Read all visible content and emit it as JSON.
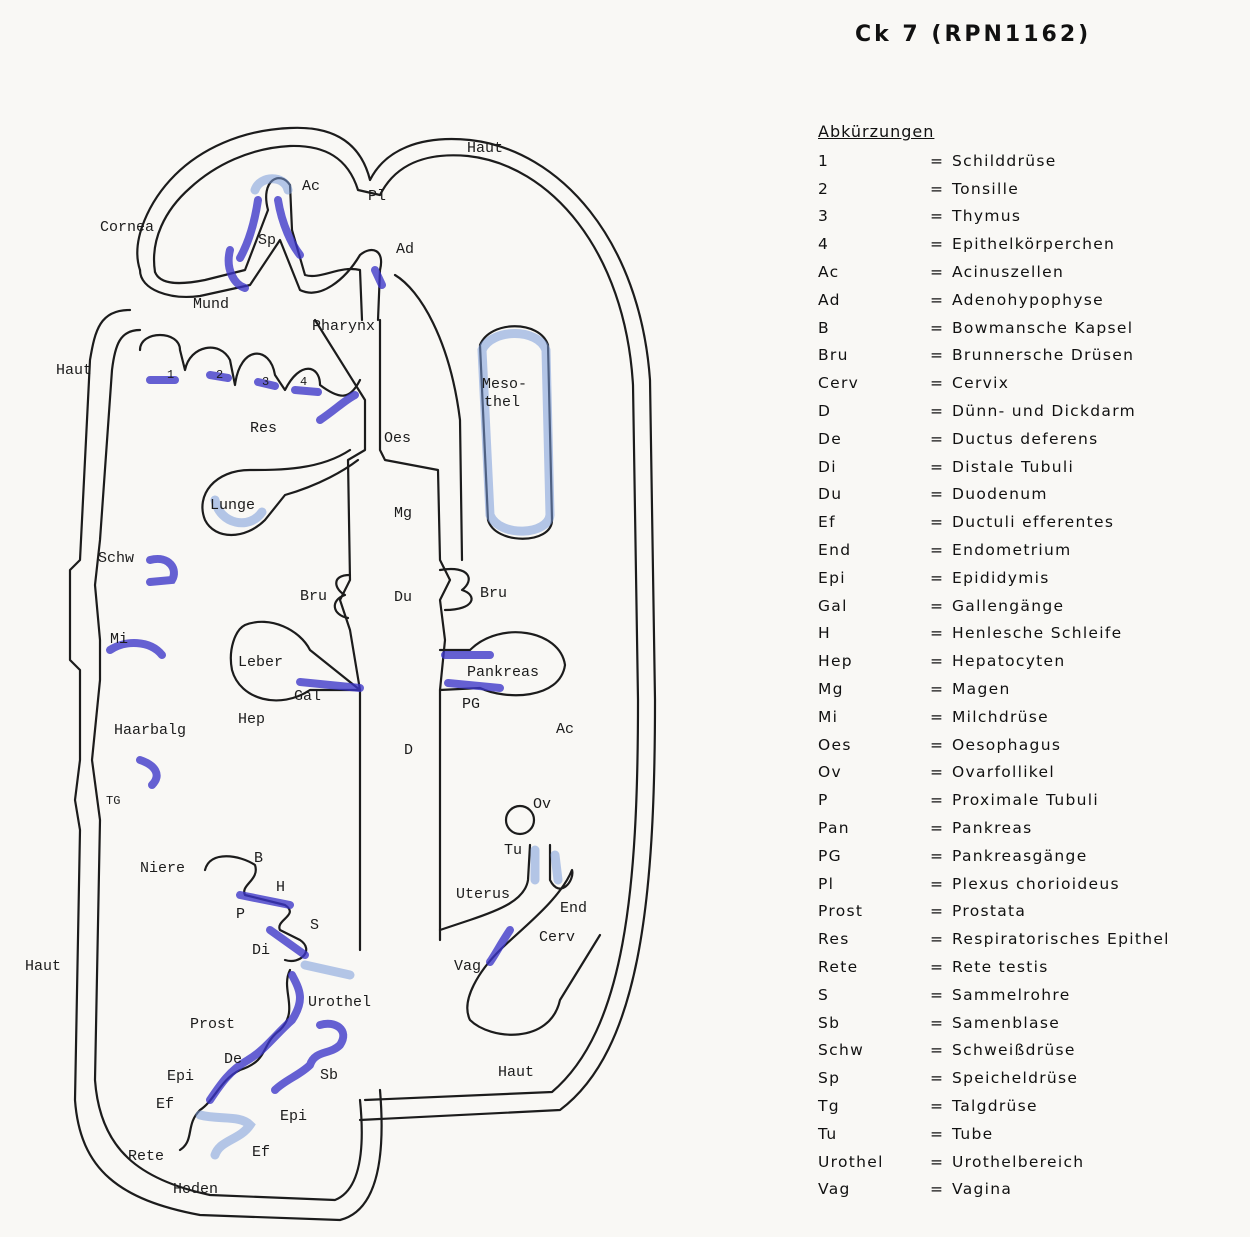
{
  "title": "Ck 7 (RPN1162)",
  "legend": {
    "heading": "Abkürzungen",
    "equals": "=",
    "entries": [
      {
        "abbr": "1",
        "term": "Schilddrüse"
      },
      {
        "abbr": "2",
        "term": "Tonsille"
      },
      {
        "abbr": "3",
        "term": "Thymus"
      },
      {
        "abbr": "4",
        "term": "Epithelkörperchen"
      },
      {
        "abbr": "Ac",
        "term": "Acinuszellen"
      },
      {
        "abbr": "Ad",
        "term": "Adenohypophyse"
      },
      {
        "abbr": "B",
        "term": "Bowmansche Kapsel"
      },
      {
        "abbr": "Bru",
        "term": "Brunnersche Drüsen"
      },
      {
        "abbr": "Cerv",
        "term": "Cervix"
      },
      {
        "abbr": "D",
        "term": "Dünn- und Dickdarm"
      },
      {
        "abbr": "De",
        "term": "Ductus deferens"
      },
      {
        "abbr": "Di",
        "term": "Distale Tubuli"
      },
      {
        "abbr": "Du",
        "term": "Duodenum"
      },
      {
        "abbr": "Ef",
        "term": "Ductuli efferentes"
      },
      {
        "abbr": "End",
        "term": "Endometrium"
      },
      {
        "abbr": "Epi",
        "term": "Epididymis"
      },
      {
        "abbr": "Gal",
        "term": "Gallengänge"
      },
      {
        "abbr": "H",
        "term": "Henlesche Schleife"
      },
      {
        "abbr": "Hep",
        "term": "Hepatocyten"
      },
      {
        "abbr": "Mg",
        "term": "Magen"
      },
      {
        "abbr": "Mi",
        "term": "Milchdrüse"
      },
      {
        "abbr": "Oes",
        "term": "Oesophagus"
      },
      {
        "abbr": "Ov",
        "term": "Ovarfollikel"
      },
      {
        "abbr": "P",
        "term": "Proximale Tubuli"
      },
      {
        "abbr": "Pan",
        "term": "Pankreas"
      },
      {
        "abbr": "PG",
        "term": "Pankreasgänge"
      },
      {
        "abbr": "Pl",
        "term": "Plexus chorioideus"
      },
      {
        "abbr": "Prost",
        "term": "Prostata"
      },
      {
        "abbr": "Res",
        "term": "Respiratorisches Epithel"
      },
      {
        "abbr": "Rete",
        "term": "Rete testis"
      },
      {
        "abbr": "S",
        "term": "Sammelrohre"
      },
      {
        "abbr": "Sb",
        "term": "Samenblase"
      },
      {
        "abbr": "Schw",
        "term": "Schweißdrüse"
      },
      {
        "abbr": "Sp",
        "term": "Speicheldrüse"
      },
      {
        "abbr": "Tg",
        "term": "Talgdrüse"
      },
      {
        "abbr": "Tu",
        "term": "Tube"
      },
      {
        "abbr": "Urothel",
        "term": "Urothelbereich"
      },
      {
        "abbr": "Vag",
        "term": "Vagina"
      }
    ]
  },
  "diagram_labels": {
    "haut_top": "Haut",
    "ac_top": "Ac",
    "pl": "Pl",
    "cornea": "Cornea",
    "sp": "Sp",
    "ad": "Ad",
    "mund": "Mund",
    "pharynx": "Pharynx",
    "haut_left": "Haut",
    "n1": "1",
    "n2": "2",
    "n3": "3",
    "n4": "4",
    "mesothel_1": "Meso-",
    "mesothel_2": "thel",
    "res": "Res",
    "oes": "Oes",
    "lunge": "Lunge",
    "mg": "Mg",
    "schw": "Schw",
    "bru_left": "Bru",
    "du": "Du",
    "bru_right": "Bru",
    "mi": "Mi",
    "leber": "Leber",
    "pankreas": "Pankreas",
    "gal": "Gal",
    "pg": "PG",
    "hep": "Hep",
    "ac_right": "Ac",
    "haarbalg": "Haarbalg",
    "d": "D",
    "tg": "TG",
    "ov": "Ov",
    "niere": "Niere",
    "b": "B",
    "tu": "Tu",
    "h": "H",
    "uterus": "Uterus",
    "p": "P",
    "s": "S",
    "end": "End",
    "di": "Di",
    "cerv": "Cerv",
    "haut_bottom_left": "Haut",
    "vag": "Vag",
    "urothel": "Urothel",
    "prost": "Prost",
    "de": "De",
    "epi_left": "Epi",
    "sb": "Sb",
    "ef_left": "Ef",
    "epi_right": "Epi",
    "rete": "Rete",
    "ef_right": "Ef",
    "hoden": "Hoden",
    "haut_bottom": "Haut"
  },
  "colors": {
    "stain": "#3b34c8",
    "stain_light": "#7a9ad8",
    "ink": "#1c1c1c"
  }
}
